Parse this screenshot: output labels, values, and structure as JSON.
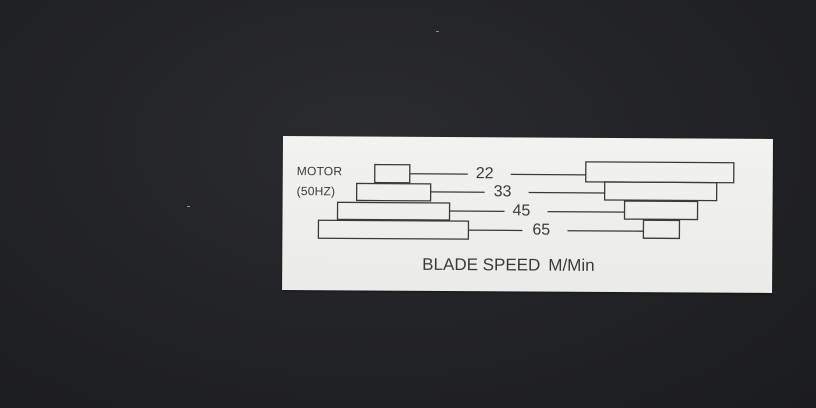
{
  "label": {
    "motor_line1": "MOTOR",
    "motor_line2": "(50HZ)",
    "speeds": [
      "22",
      "33",
      "45",
      "65"
    ],
    "caption": "BLADE SPEED",
    "unit": "M/Min"
  }
}
